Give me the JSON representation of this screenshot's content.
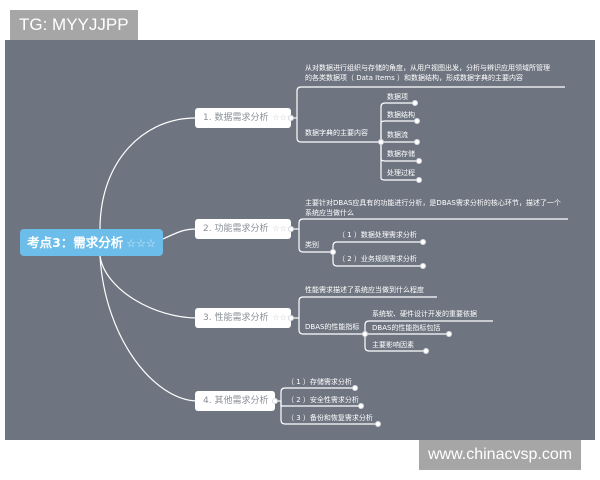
{
  "watermarks": {
    "top": "TG: MYYJJPP",
    "bottom": "www.chinacvsp.com"
  },
  "colors": {
    "background_panel": "#6e7580",
    "root_node": "#6cbde9",
    "branch_node": "#ffffff",
    "connector": "#ffffff"
  },
  "mindmap": {
    "root": {
      "label": "考点3：需求分析",
      "stars": "☆☆☆"
    },
    "branches": [
      {
        "label": "1. 数据需求分析",
        "stars": "☆☆☆",
        "description_line1": "从对数据进行组织与存储的角度，从用户视图出发，分析与辨识应用领域所管理",
        "description_line2": "的各类数据项（ Data Items ）和数据结构，形成数据字典的主要内容",
        "sub_label": "数据字典的主要内容",
        "items": [
          "数据项",
          "数据结构",
          "数据流",
          "数据存储",
          "处理过程"
        ]
      },
      {
        "label": "2. 功能需求分析",
        "stars": "☆☆☆",
        "description_line1": "主要针对DBAS应具有的功能进行分析，是DBAS需求分析的核心环节，描述了一个",
        "description_line2": "系统应当做什么",
        "sub_label": "类别",
        "items": [
          "（ 1 ）数据处理需求分析",
          "（ 2 ）业务规则需求分析"
        ]
      },
      {
        "label": "3. 性能需求分析",
        "stars": "☆☆☆",
        "description_line1": "性能需求描述了系统应当做到什么程度",
        "sub_label": "DBAS的性能指标",
        "items": [
          "系统软、硬件设计开发的重要依据",
          "DBAS的性能指标包括",
          "主要影响因素"
        ]
      },
      {
        "label": "4. 其他需求分析",
        "items": [
          "（ 1 ）存储需求分析",
          "（ 2 ）安全性需求分析",
          "（ 3 ）备份和恢复需求分析"
        ]
      }
    ]
  }
}
